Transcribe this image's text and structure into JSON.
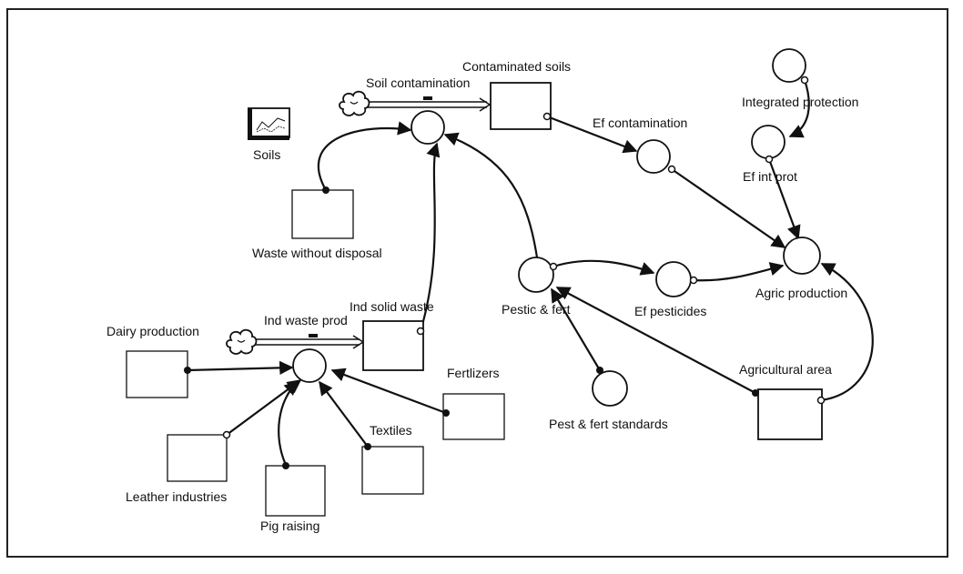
{
  "diagram": {
    "labels": {
      "soil_contamination": "Soil contamination",
      "contaminated_soils": "Contaminated soils",
      "integrated_protection": "Integrated protection",
      "ef_contamination": "Ef contamination",
      "ef_int_prot": "Ef int prot",
      "soils": "Soils",
      "waste_without_disposal": "Waste without disposal",
      "agric_production": "Agric production",
      "pestic_fert": "Pestic & fert",
      "ef_pesticides": "Ef pesticides",
      "ind_solid_waste": "Ind solid waste",
      "ind_waste_prod": "Ind waste prod",
      "dairy_production": "Dairy production",
      "fertlizers": "Fertlizers",
      "agricultural_area": "Agricultural area",
      "pest_fert_standards": "Pest & fert standards",
      "textiles": "Textiles",
      "leather_industries": "Leather industries",
      "pig_raising": "Pig raising"
    },
    "icons": {
      "cloud": "cloud-icon",
      "graph": "graph-icon"
    }
  }
}
